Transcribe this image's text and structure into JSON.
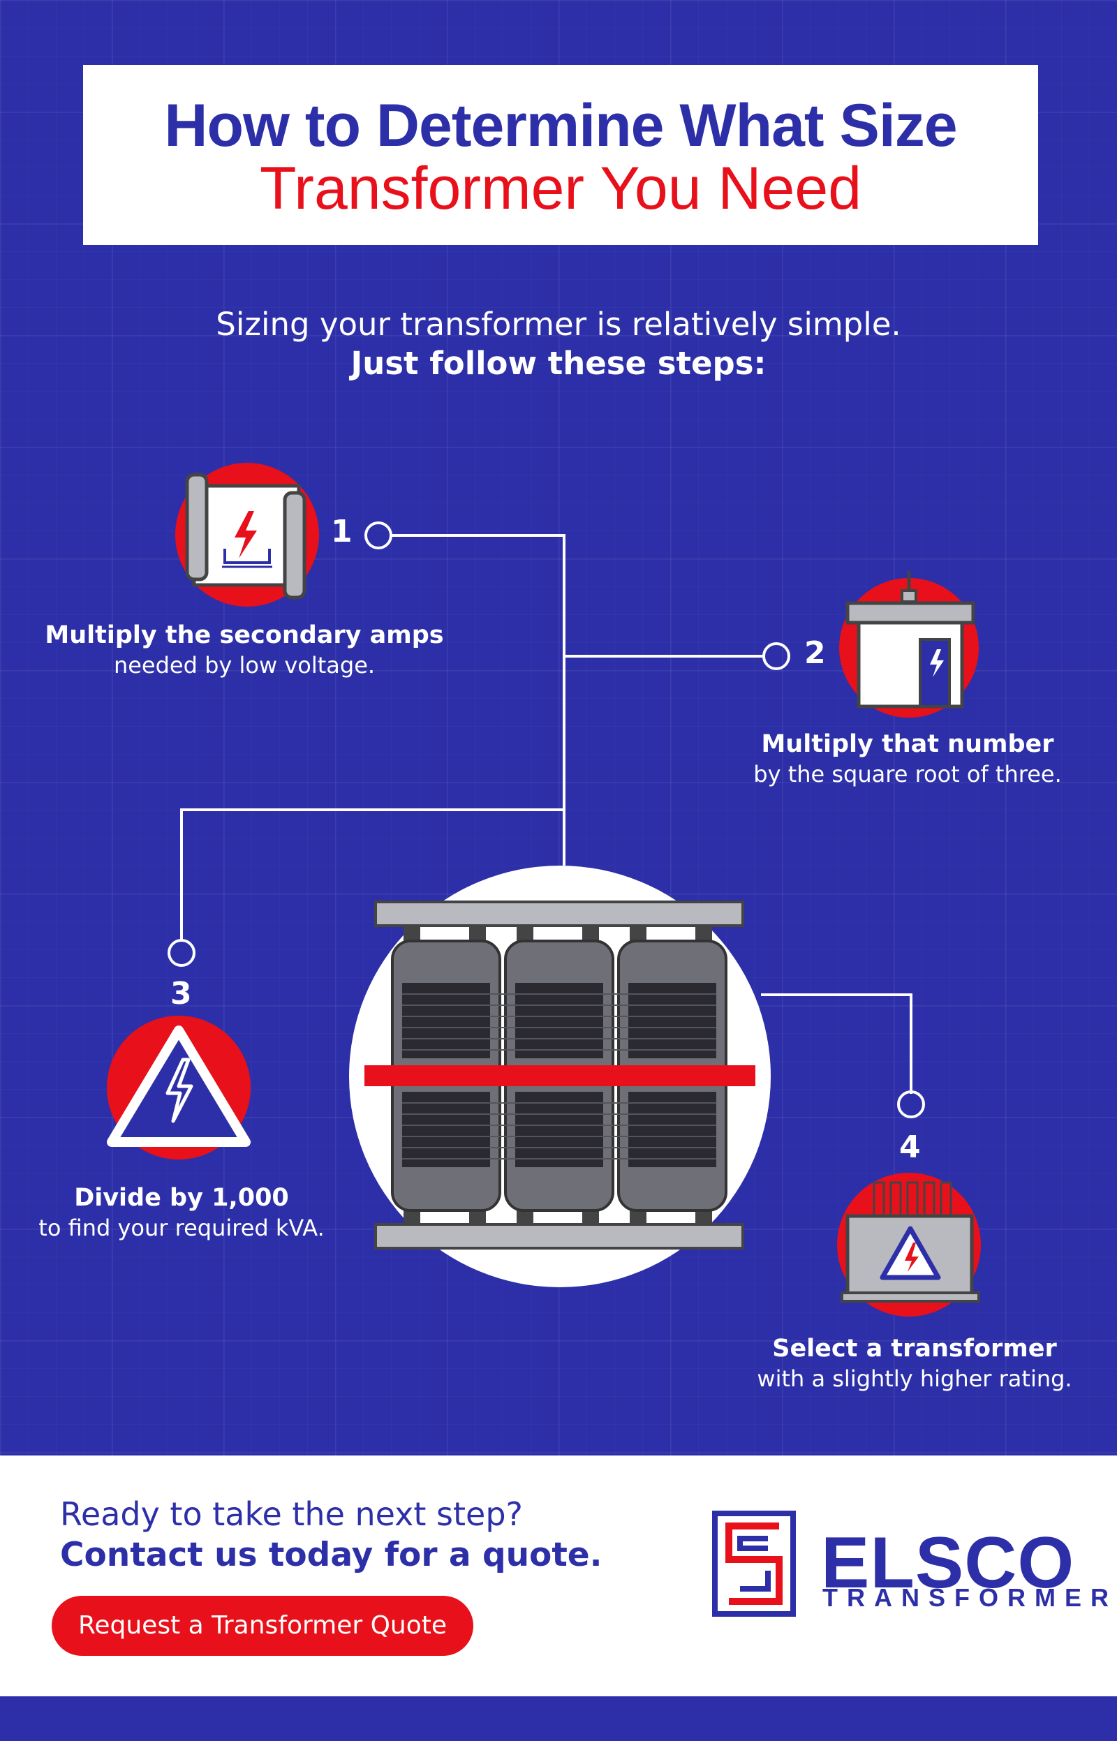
{
  "header": {
    "title_line1": "How to Determine What Size",
    "title_line2": "Transformer You Need"
  },
  "intro": {
    "line1": "Sizing your transformer is relatively simple.",
    "line2": "Just follow these steps:"
  },
  "steps": [
    {
      "number": "1",
      "title": "Multiply the secondary amps",
      "subtitle": "needed by low voltage.",
      "icon": "blueprint-icon"
    },
    {
      "number": "2",
      "title": "Multiply that number",
      "subtitle": "by the square root of three.",
      "icon": "substation-icon"
    },
    {
      "number": "3",
      "title": "Divide by 1,000",
      "subtitle": "to find your required kVA.",
      "icon": "high-voltage-warning-icon"
    },
    {
      "number": "4",
      "title": "Select a transformer",
      "subtitle": "with a slightly higher rating.",
      "icon": "transformer-box-icon"
    }
  ],
  "footer": {
    "cta_line1": "Ready to take the next step?",
    "cta_line2": "Contact us today for a quote.",
    "button_label": "Request a Transformer Quote",
    "logo_name": "ELSCO",
    "logo_sub": "TRANSFORMERS"
  },
  "colors": {
    "blue": "#2d2fa8",
    "red": "#e8101a",
    "white": "#ffffff",
    "gray": "#b9b9c0"
  }
}
